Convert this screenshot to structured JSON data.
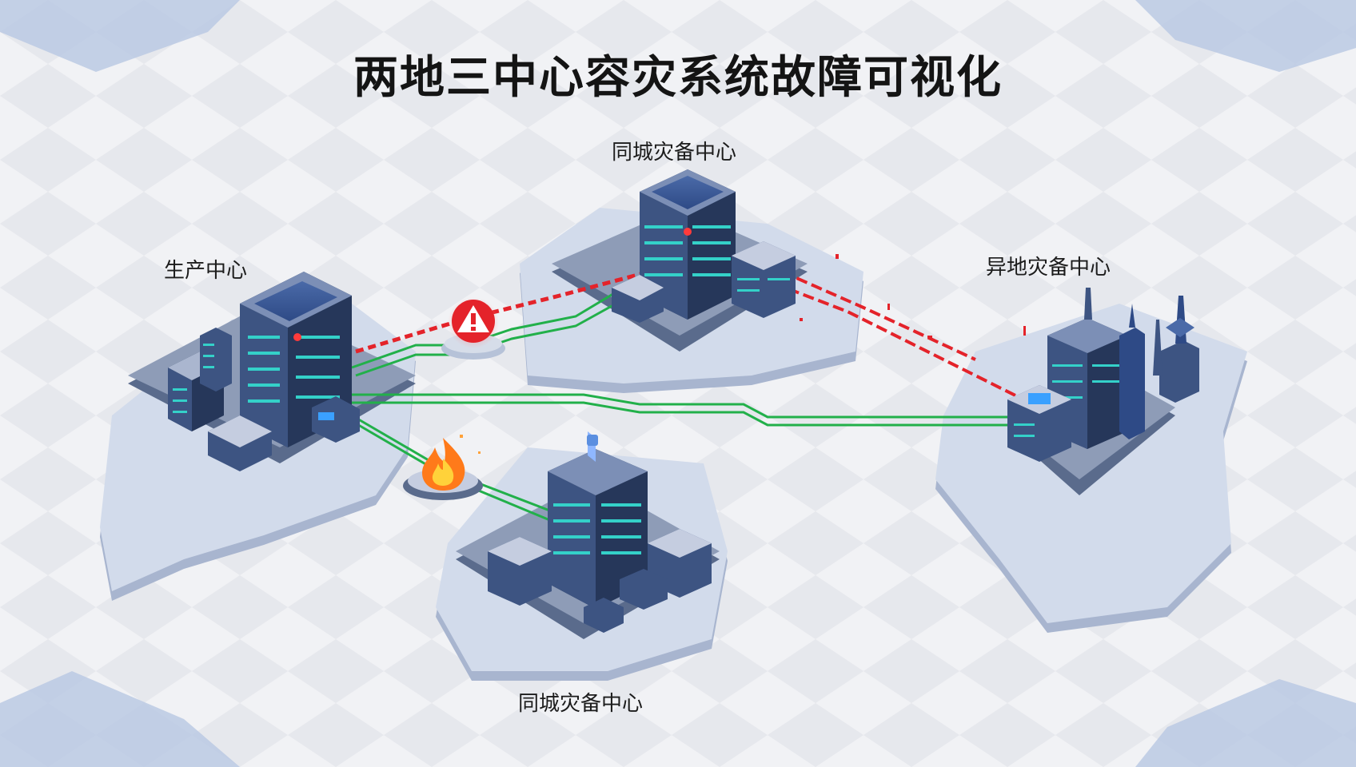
{
  "title": "两地三中心容灾系统故障可视化",
  "centers": {
    "production": {
      "label": "生产中心"
    },
    "same_city_top": {
      "label": "同城灾备中心"
    },
    "same_city_bottom": {
      "label": "同城灾备中心"
    },
    "remote": {
      "label": "异地灾备中心"
    }
  },
  "colors": {
    "link_ok": "#22b04a",
    "link_fault": "#e4232a",
    "building": "#3d5482",
    "building_dark": "#26375a",
    "region": "#c9d3e6",
    "background": "#eef0f4"
  },
  "icons": {
    "alarm": "warning-icon",
    "fire": "fire-icon"
  }
}
